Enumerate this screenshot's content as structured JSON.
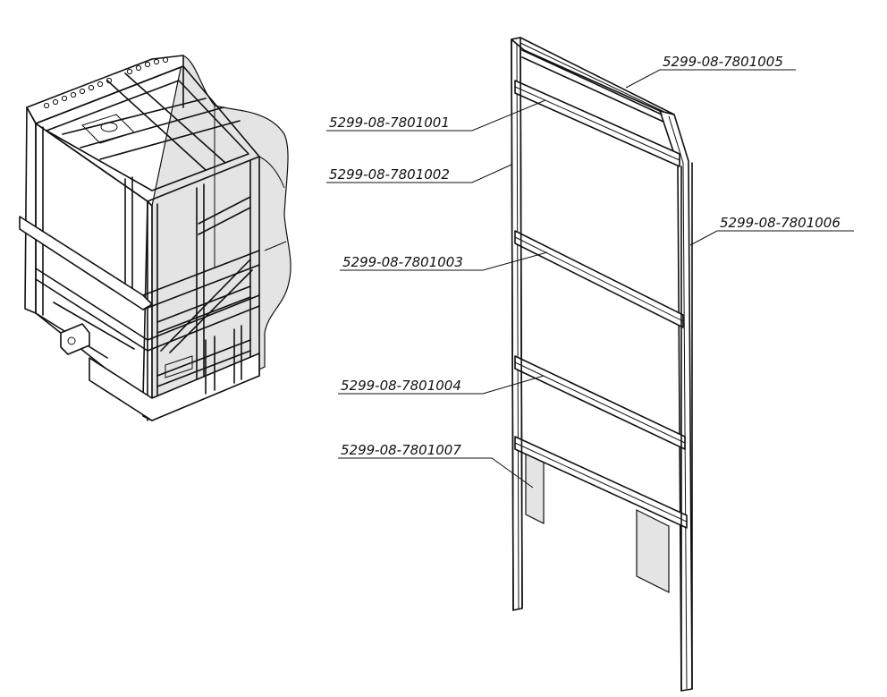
{
  "diagram": {
    "callouts": [
      {
        "id": "p1",
        "label": "5299-08-7801001"
      },
      {
        "id": "p2",
        "label": "5299-08-7801002"
      },
      {
        "id": "p3",
        "label": "5299-08-7801003"
      },
      {
        "id": "p4",
        "label": "5299-08-7801004"
      },
      {
        "id": "p5",
        "label": "5299-08-7801005"
      },
      {
        "id": "p6",
        "label": "5299-08-7801006"
      },
      {
        "id": "p7",
        "label": "5299-08-7801007"
      }
    ],
    "colors": {
      "ink": "#111111",
      "background": "#ffffff",
      "panel_shade": "#e4e4e4"
    }
  }
}
